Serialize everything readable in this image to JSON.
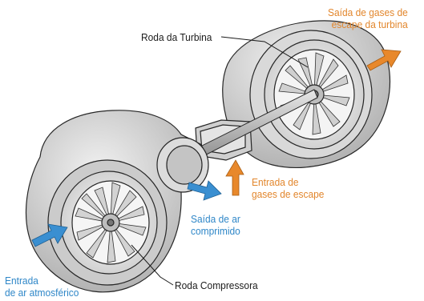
{
  "labels": {
    "turbine_wheel": "Roda da Turbina",
    "exhaust_out_line1": "Saída de gases de",
    "exhaust_out_line2": "escape da turbina",
    "exhaust_in_line1": "Entrada de",
    "exhaust_in_line2": "gases de escape",
    "compressed_out_line1": "Saída de ar",
    "compressed_out_line2": "comprimido",
    "air_in_line1": "Entrada",
    "air_in_line2": "de ar atmosférico",
    "compressor_wheel": "Roda Compressora"
  },
  "colors": {
    "cold_air": "#2f87c8",
    "hot_gas": "#e2862c",
    "casing": "#d4d4d4",
    "outline": "#262626"
  }
}
